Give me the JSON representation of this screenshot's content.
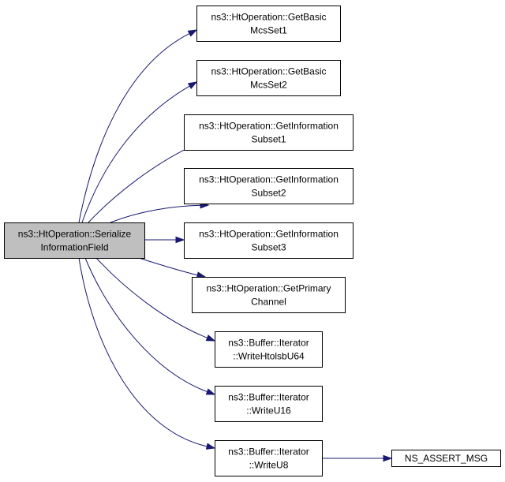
{
  "graph": {
    "root": "serialize",
    "nodes": [
      {
        "id": "serialize",
        "lines": [
          "ns3::HtOperation::Serialize",
          "InformationField"
        ],
        "focus": true
      },
      {
        "id": "getbasic1",
        "lines": [
          "ns3::HtOperation::GetBasic",
          "McsSet1"
        ]
      },
      {
        "id": "getbasic2",
        "lines": [
          "ns3::HtOperation::GetBasic",
          "McsSet2"
        ]
      },
      {
        "id": "getinfo1",
        "lines": [
          "ns3::HtOperation::GetInformation",
          "Subset1"
        ]
      },
      {
        "id": "getinfo2",
        "lines": [
          "ns3::HtOperation::GetInformation",
          "Subset2"
        ]
      },
      {
        "id": "getinfo3",
        "lines": [
          "ns3::HtOperation::GetInformation",
          "Subset3"
        ]
      },
      {
        "id": "getprimary",
        "lines": [
          "ns3::HtOperation::GetPrimary",
          "Channel"
        ]
      },
      {
        "id": "writehtolsb",
        "lines": [
          "ns3::Buffer::Iterator",
          "::WriteHtolsbU64"
        ]
      },
      {
        "id": "writeu16",
        "lines": [
          "ns3::Buffer::Iterator",
          "::WriteU16"
        ]
      },
      {
        "id": "writeu8",
        "lines": [
          "ns3::Buffer::Iterator",
          "::WriteU8"
        ]
      },
      {
        "id": "nsassert",
        "lines": [
          "NS_ASSERT_MSG"
        ]
      }
    ],
    "edges": [
      {
        "from": "serialize",
        "to": "getbasic1"
      },
      {
        "from": "serialize",
        "to": "getbasic2"
      },
      {
        "from": "serialize",
        "to": "getinfo1"
      },
      {
        "from": "serialize",
        "to": "getinfo2"
      },
      {
        "from": "serialize",
        "to": "getinfo3"
      },
      {
        "from": "serialize",
        "to": "getprimary"
      },
      {
        "from": "serialize",
        "to": "writehtolsb"
      },
      {
        "from": "serialize",
        "to": "writeu16"
      },
      {
        "from": "serialize",
        "to": "writeu8"
      },
      {
        "from": "writeu8",
        "to": "nsassert"
      }
    ]
  }
}
